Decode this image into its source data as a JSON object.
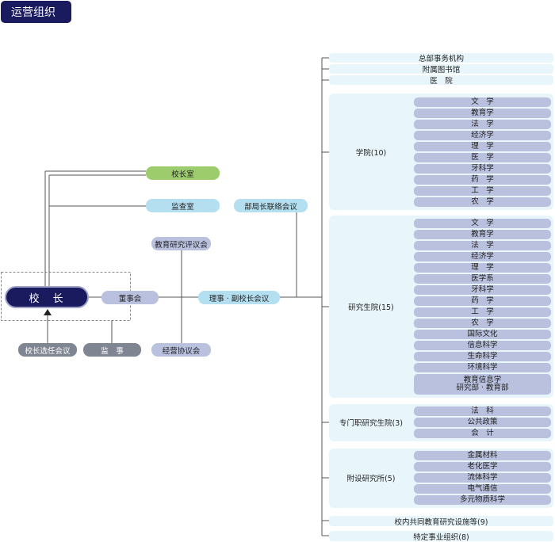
{
  "header": {
    "title": "运营组织"
  },
  "left": {
    "president": "校　长",
    "presidents_office": "校长室",
    "inspection_office": "监查室",
    "dept_heads_meeting": "部局长联络会议",
    "edu_research_council": "教育研究评议会",
    "board": "董事会",
    "directors_meeting": "理事 · 副校长会议",
    "selection_meeting": "校长选任会议",
    "auditor": "监　事",
    "management_council": "经营协议会"
  },
  "right": {
    "top_items": [
      "总部事务机构",
      "附属图书馆",
      "医　院"
    ],
    "faculties": {
      "label": "学院(10)",
      "items": [
        "文　学",
        "教育学",
        "法　学",
        "经济学",
        "理　学",
        "医　学",
        "牙科学",
        "药　学",
        "工　学",
        "农　学"
      ]
    },
    "graduate": {
      "label": "研究生院(15)",
      "items": [
        "文　学",
        "教育学",
        "法　学",
        "经济学",
        "理　学",
        "医学系",
        "牙科学",
        "药　学",
        "工　学",
        "农　学",
        "国际文化",
        "信息科学",
        "生命科学",
        "环境科学"
      ],
      "last_line1": "教育信息学",
      "last_line2": "研究部 · 教育部"
    },
    "professional": {
      "label": "专门职研究生院(3)",
      "items": [
        "法　科",
        "公共政策",
        "会　计"
      ]
    },
    "institutes": {
      "label": "附设研究所(5)",
      "items": [
        "金属材料",
        "老化医学",
        "流体科学",
        "电气通信",
        "多元物质科学"
      ]
    },
    "bottom_items": [
      "校内共同教育研究设施等(9)",
      "特定事业组织(8)"
    ]
  }
}
